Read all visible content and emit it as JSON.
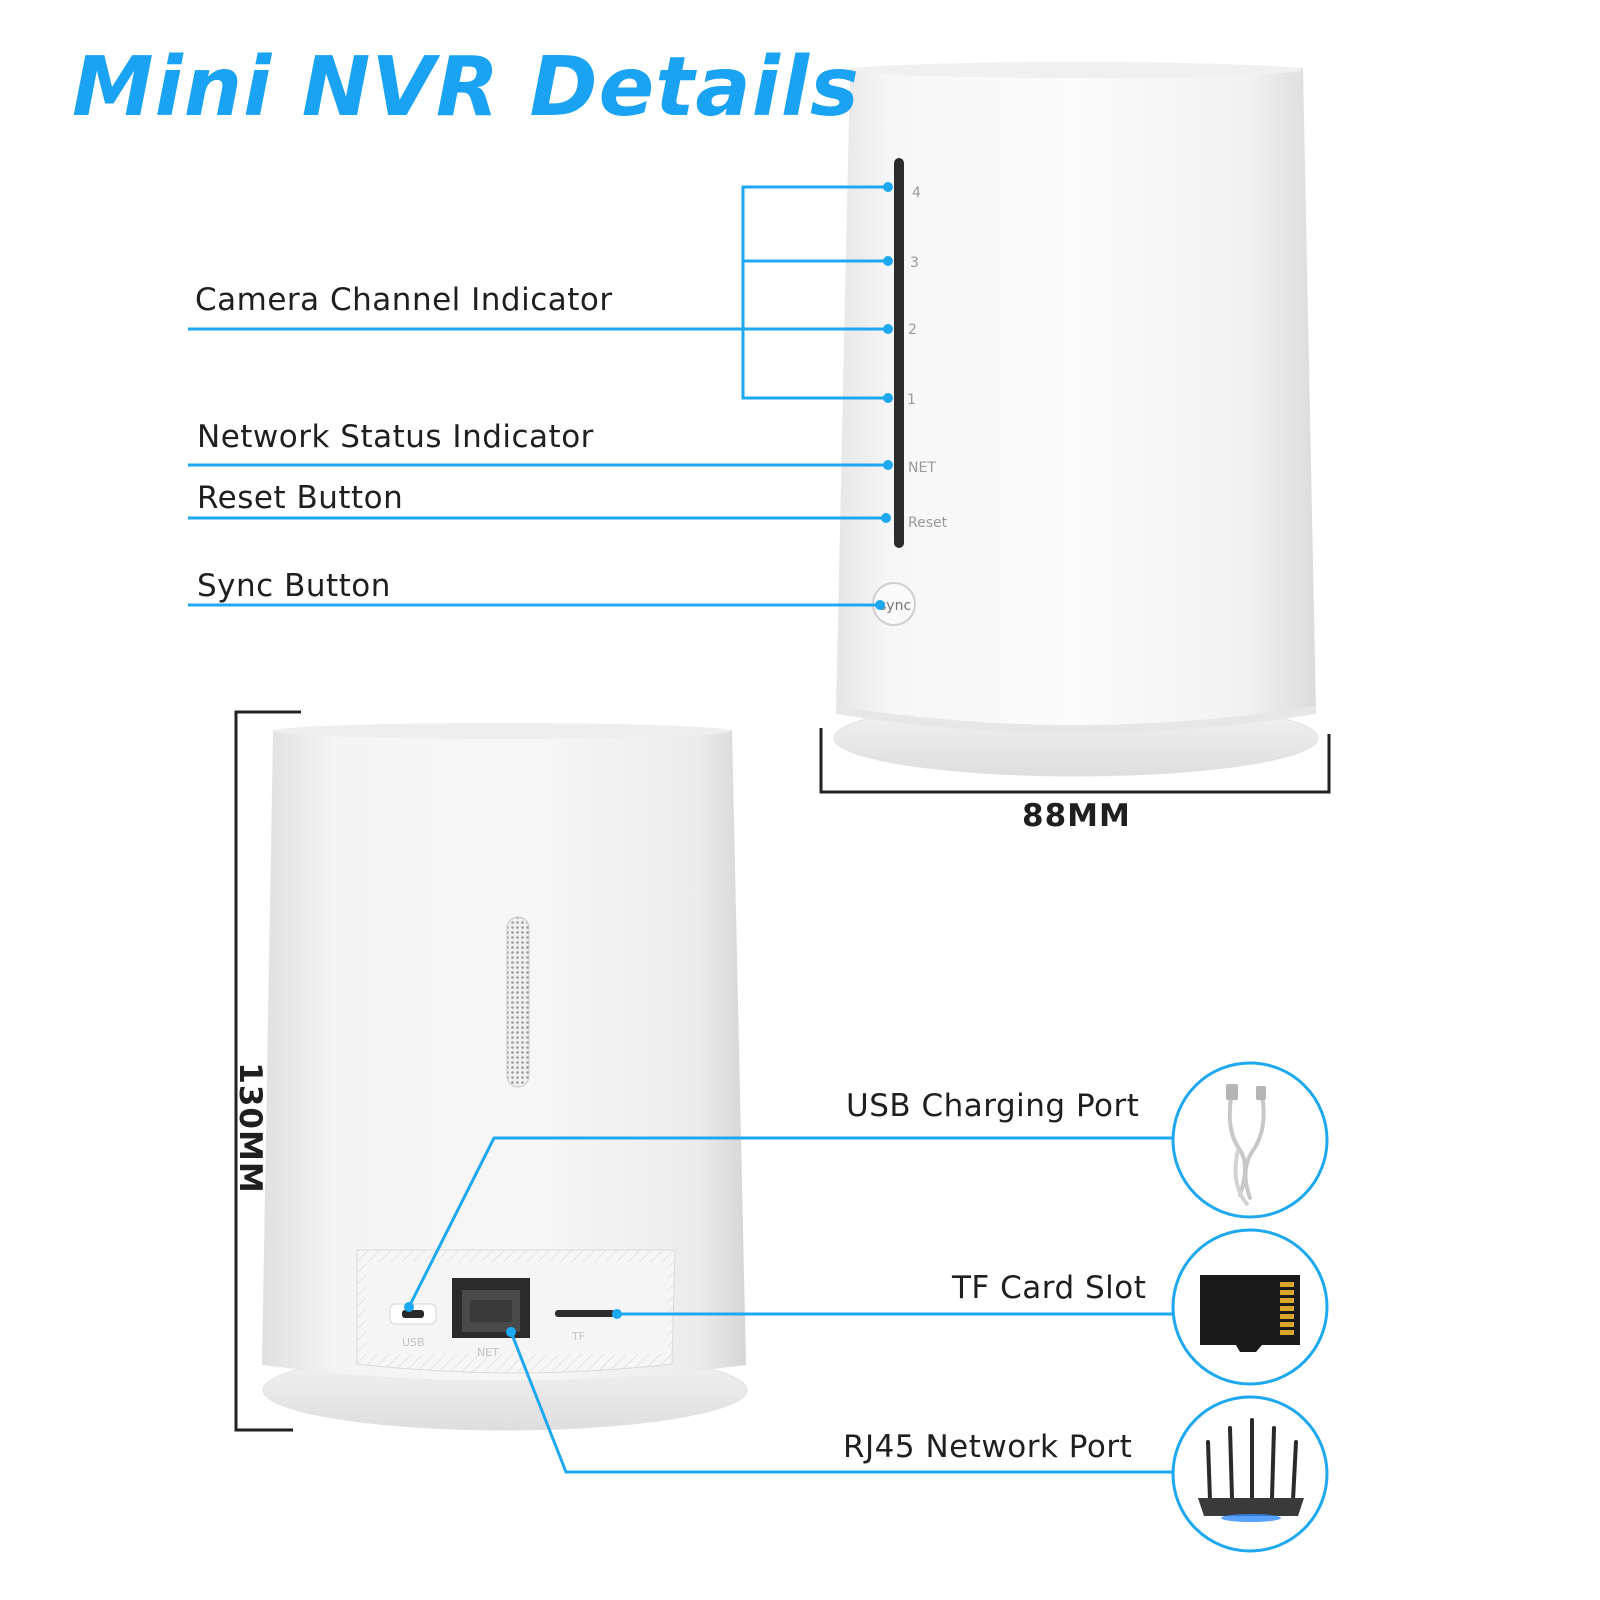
{
  "title": "Mini NVR Details",
  "accent_color": "#1aa3f2",
  "line_color": "#1ea8f0",
  "front_callouts": [
    {
      "id": "camera-channel-indicator",
      "label": "Camera Channel Indicator"
    },
    {
      "id": "network-status-indicator",
      "label": "Network Status Indicator"
    },
    {
      "id": "reset-button",
      "label": "Reset Button"
    },
    {
      "id": "sync-button",
      "label": "Sync Button"
    }
  ],
  "device_front_marks": {
    "led_4": "4",
    "led_3": "3",
    "led_2": "2",
    "led_1": "1",
    "net": "NET",
    "reset": "Reset",
    "sync": "sync"
  },
  "device_back_marks": {
    "usb": "USB",
    "net": "NET",
    "tf": "TF"
  },
  "back_callouts": [
    {
      "id": "usb-charging-port",
      "label": "USB Charging Port",
      "icon": "usb-cable-icon"
    },
    {
      "id": "tf-card-slot",
      "label": "TF Card Slot",
      "icon": "tf-card-icon"
    },
    {
      "id": "rj45-network-port",
      "label": "RJ45 Network Port",
      "icon": "router-icon"
    }
  ],
  "dimensions": {
    "width": "88MM",
    "height": "130MM"
  }
}
